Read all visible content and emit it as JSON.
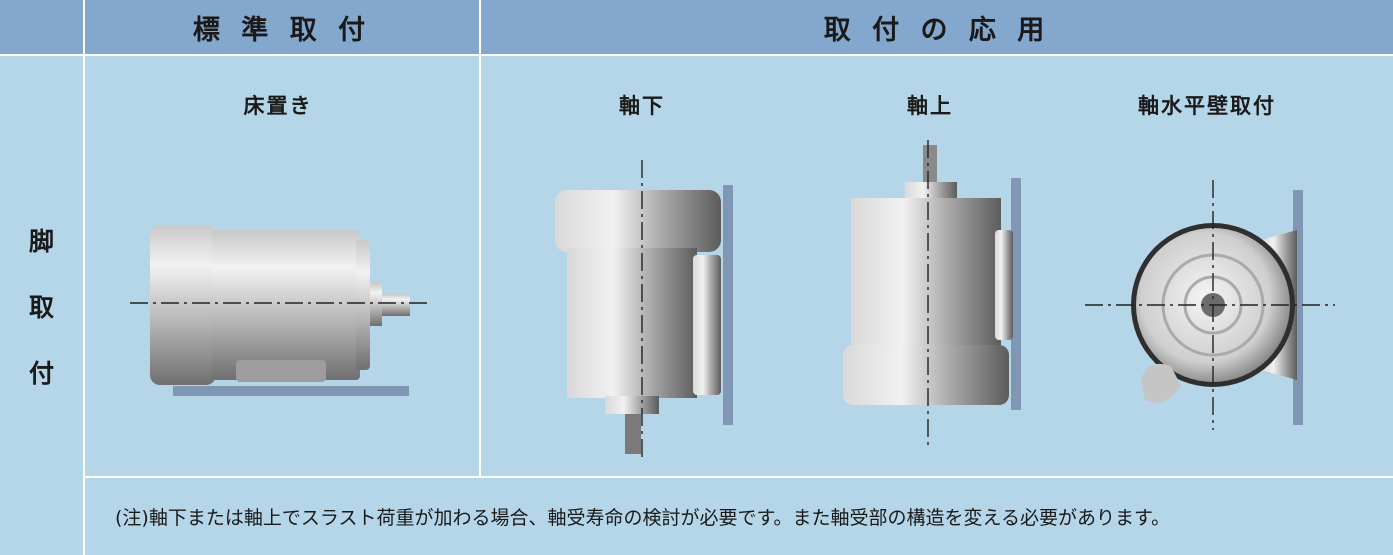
{
  "header": {
    "standard": "標 準 取 付",
    "applied": "取 付 の 応 用"
  },
  "row_label": [
    "脚",
    "取",
    "付"
  ],
  "columns": {
    "floor": "床置き",
    "shaft_down": "軸下",
    "shaft_up": "軸上",
    "shaft_horizontal_wall": "軸水平壁取付"
  },
  "note": "(注)軸下または軸上でスラスト荷重が加わる場合、軸受寿命の検討が必要です。また軸受部の構造を変える必要があります。",
  "colors": {
    "header_bg": "#84a7ce",
    "body_bg": "#b5d5e8",
    "mount_bar": "#7f97b5"
  }
}
